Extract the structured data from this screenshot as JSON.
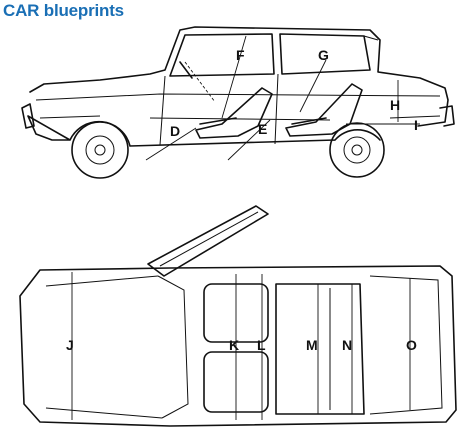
{
  "brand": {
    "car": "CAR",
    "blueprints": "blueprints"
  },
  "side_view": {
    "labels": [
      "F",
      "G",
      "D",
      "E",
      "H",
      "I"
    ]
  },
  "top_view": {
    "labels": [
      "J",
      "K",
      "L",
      "M",
      "N",
      "O"
    ]
  }
}
